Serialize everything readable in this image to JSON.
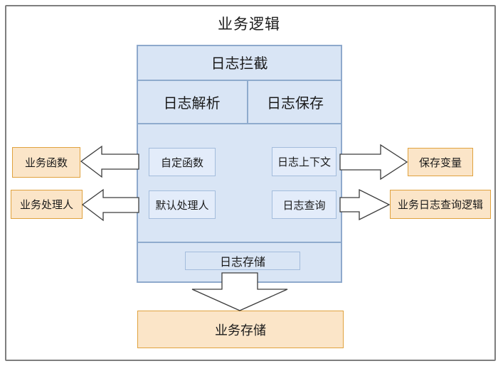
{
  "diagram": {
    "title": "业务逻辑",
    "main_box": {
      "header": "日志拦截",
      "columns": [
        {
          "label": "日志解析"
        },
        {
          "label": "日志保存"
        }
      ],
      "nodes": {
        "custom_function": "自定函数",
        "log_context": "日志上下文",
        "default_handler": "默认处理人",
        "log_query": "日志查询"
      },
      "storage": "日志存储"
    },
    "left_nodes": [
      {
        "label": "业务函数"
      },
      {
        "label": "业务处理人"
      }
    ],
    "right_nodes": [
      {
        "label": "保存变量"
      },
      {
        "label": "业务日志查询逻辑"
      }
    ],
    "bottom_node": {
      "label": "业务存储"
    },
    "icons": {
      "arrow_left_top": "block-arrow-left",
      "arrow_left_bottom": "block-arrow-left",
      "arrow_right_top": "block-arrow-right",
      "arrow_right_bottom": "block-arrow-right",
      "arrow_down": "block-arrow-down"
    },
    "colors": {
      "blue_fill": "#d9e5f5",
      "blue_border": "#8ea9cc",
      "inner_node_fill": "#e3ecfa",
      "inner_node_border": "#a3bcdc",
      "orange_fill": "#fbe5c8",
      "orange_border": "#e0a23e",
      "frame_border": "#7e7e7e",
      "arrow_fill": "#ffffff",
      "text": "#1a1a1a"
    }
  }
}
